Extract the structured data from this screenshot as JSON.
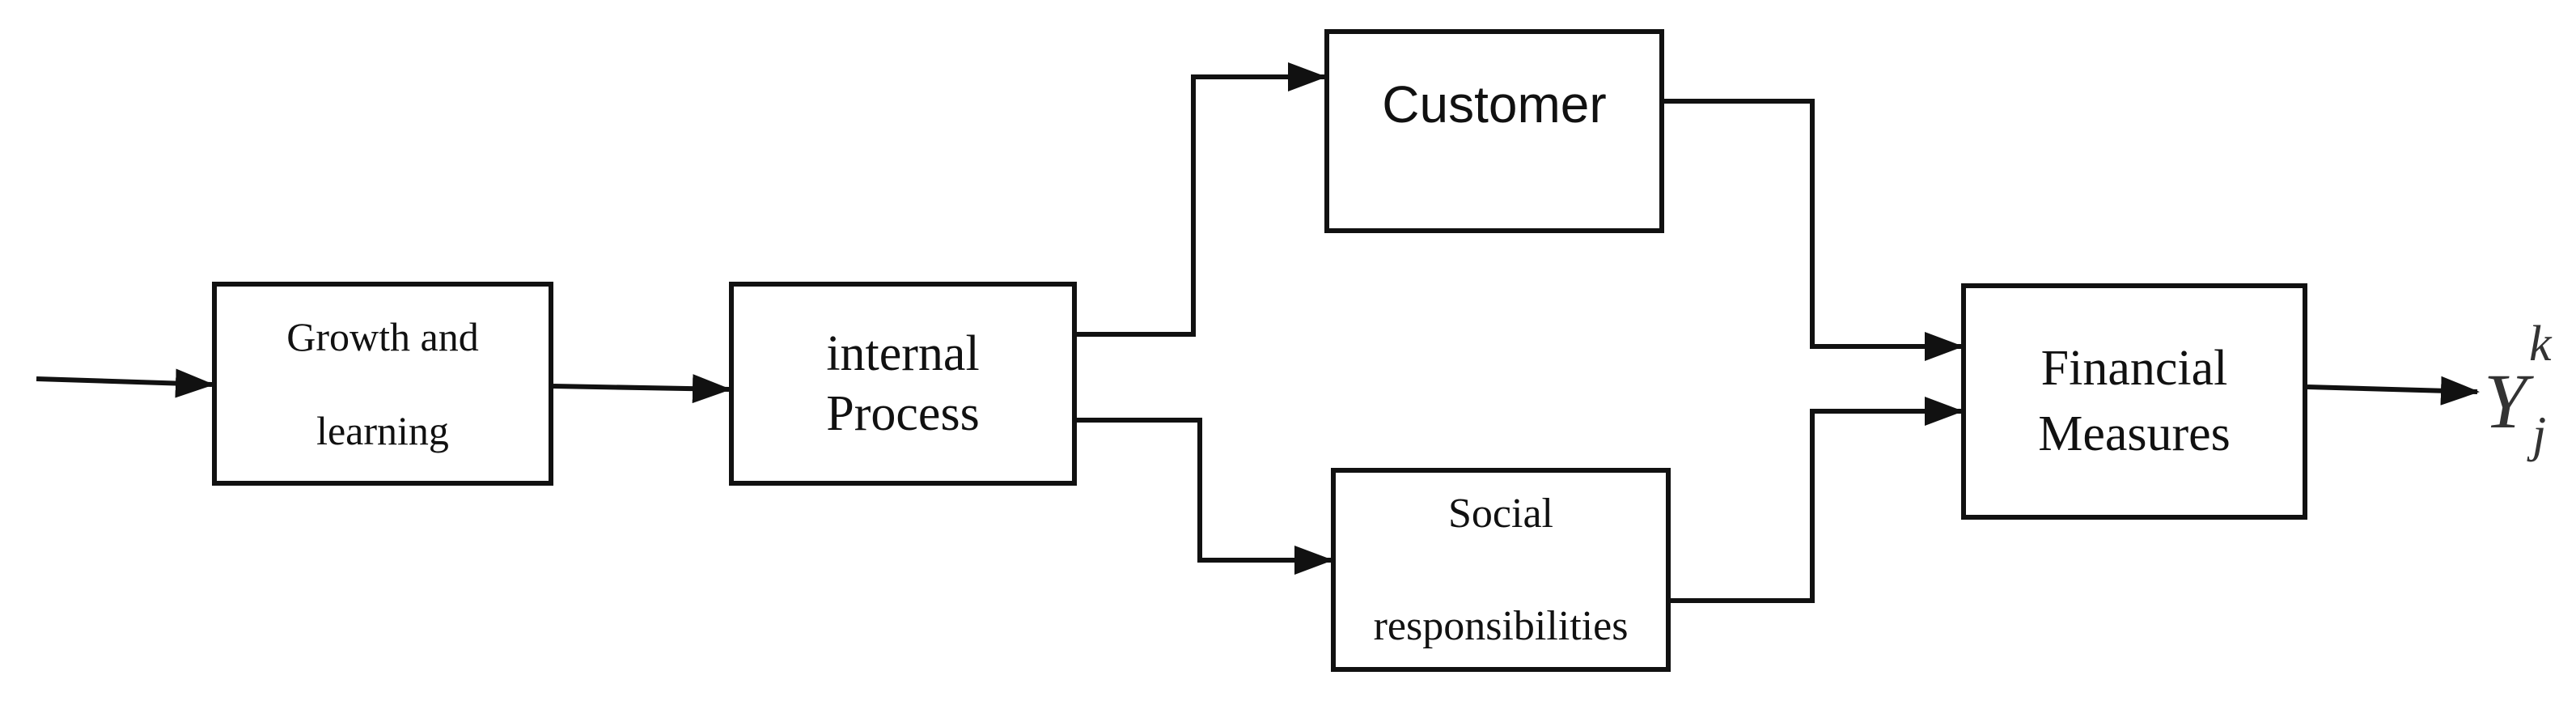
{
  "nodes": {
    "growth": {
      "lines": [
        "Growth and",
        "learning"
      ]
    },
    "internal": {
      "lines": [
        "internal",
        "Process"
      ]
    },
    "customer": {
      "lines": [
        "Customer"
      ]
    },
    "social": {
      "lines": [
        "Social",
        "responsibilities"
      ]
    },
    "financial": {
      "lines": [
        "Financial",
        "Measures"
      ]
    }
  },
  "edges": [
    {
      "from": "input",
      "to": "growth"
    },
    {
      "from": "growth",
      "to": "internal"
    },
    {
      "from": "internal",
      "to": "customer"
    },
    {
      "from": "internal",
      "to": "social"
    },
    {
      "from": "customer",
      "to": "financial"
    },
    {
      "from": "social",
      "to": "financial"
    },
    {
      "from": "financial",
      "to": "output"
    }
  ],
  "output": {
    "symbol": "Y",
    "superscript": "k",
    "subscript": "j"
  },
  "colors": {
    "stroke": "#111111",
    "text": "#111111",
    "output_label": "#333333"
  }
}
